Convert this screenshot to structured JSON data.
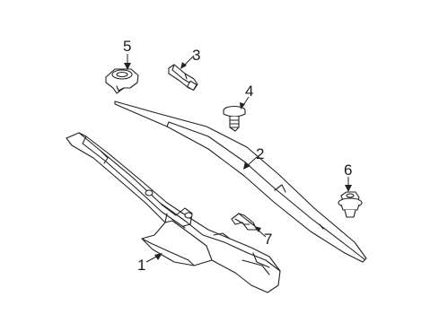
{
  "diagram": {
    "callouts": [
      {
        "id": "1",
        "label": "1",
        "part": "a-pillar-trim"
      },
      {
        "id": "2",
        "label": "2",
        "part": "windshield-garnish-strip"
      },
      {
        "id": "3",
        "label": "3",
        "part": "clip"
      },
      {
        "id": "4",
        "label": "4",
        "part": "push-retainer"
      },
      {
        "id": "5",
        "label": "5",
        "part": "grommet"
      },
      {
        "id": "6",
        "label": "6",
        "part": "fastener"
      },
      {
        "id": "7",
        "label": "7",
        "part": "spring-clip"
      }
    ],
    "line_color": "#222222",
    "background": "#ffffff"
  }
}
